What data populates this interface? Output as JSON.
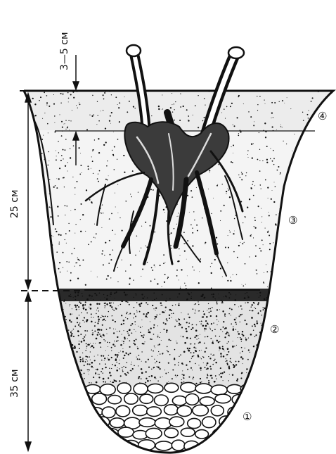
{
  "dimensions": {
    "top_depth": "3—5 см",
    "upper_layer": "25 см",
    "lower_layer": "35 см"
  },
  "layer_markers": [
    {
      "id": "layer-1",
      "label": "①"
    },
    {
      "id": "layer-2",
      "label": "②"
    },
    {
      "id": "layer-3",
      "label": "③"
    },
    {
      "id": "layer-4",
      "label": "④"
    }
  ],
  "colors": {
    "ink": "#111111",
    "paper": "#ffffff"
  }
}
